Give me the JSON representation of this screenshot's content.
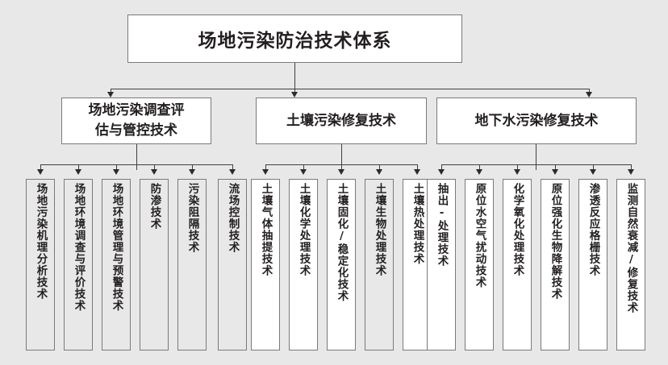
{
  "diagram": {
    "title": "场地污染防治技术体系",
    "level2": [
      {
        "label": "场地污染调查评估与管控技术",
        "line1": "场地污染调查评",
        "line2": "估与管控技术"
      },
      {
        "label": "土壤污染修复技术",
        "line1": "土壤污染修复技术",
        "line2": ""
      },
      {
        "label": "地下水污染修复技术",
        "line1": "地下水污染修复技术",
        "line2": ""
      }
    ],
    "level3": [
      {
        "label": "场地污染机理分析技术",
        "group": 0,
        "fill": "gray"
      },
      {
        "label": "场地环境调查与评价技术",
        "group": 0,
        "fill": "gray"
      },
      {
        "label": "场地环境管理与预警技术",
        "group": 0,
        "fill": "gray"
      },
      {
        "label": "防渗技术",
        "group": 0,
        "fill": "gray"
      },
      {
        "label": "污染阻隔技术",
        "group": 0,
        "fill": "gray"
      },
      {
        "label": "流场控制技术",
        "group": 0,
        "fill": "gray"
      },
      {
        "label": "土壤气体抽提技术",
        "group": 1,
        "fill": "white"
      },
      {
        "label": "土壤化学处理技术",
        "group": 1,
        "fill": "white"
      },
      {
        "label": "土壤固化/稳定化技术",
        "group": 1,
        "fill": "white"
      },
      {
        "label": "土壤生物处理技术",
        "group": 1,
        "fill": "gray"
      },
      {
        "label": "土壤热处理技术",
        "group": 1,
        "fill": "white"
      },
      {
        "label": "抽出-处理技术",
        "group": 2,
        "fill": "white"
      },
      {
        "label": "原位水空气扰动技术",
        "group": 2,
        "fill": "white"
      },
      {
        "label": "化学氧化处理技术",
        "group": 2,
        "fill": "white"
      },
      {
        "label": "原位强化生物降解技术",
        "group": 2,
        "fill": "white"
      },
      {
        "label": "渗透反应格栅技术",
        "group": 2,
        "fill": "white"
      },
      {
        "label": "监测自然衰减/修复技术",
        "group": 2,
        "fill": "white"
      }
    ],
    "colors": {
      "background": "#e8e8e8",
      "box_fill_white": "#ffffff",
      "box_fill_gray": "#e8e8e8",
      "box_border": "#7a7a7a",
      "connector": "#3f3f3f",
      "text": "#231f20"
    }
  }
}
